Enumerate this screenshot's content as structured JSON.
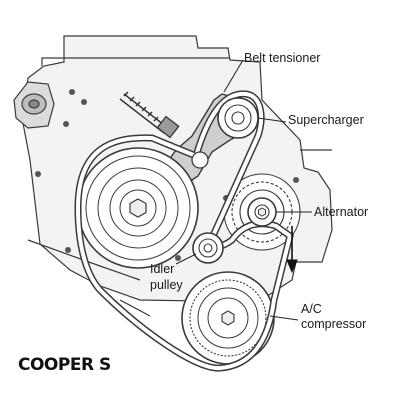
{
  "labels": {
    "belt_tensioner": "Belt tensioner",
    "supercharger": "Supercharger",
    "alternator": "Alternator",
    "idler_line1": "Idler",
    "idler_line2": "pulley",
    "ac_line1": "A/C",
    "ac_line2": "compressor"
  },
  "caption": "COOPER S",
  "colors": {
    "line": "#3a3a3a",
    "engine_fill": "#f3f3f3",
    "belt": "#ffffff",
    "tensioner_fill": "#cfcfcf",
    "text": "#1a1a1a"
  }
}
